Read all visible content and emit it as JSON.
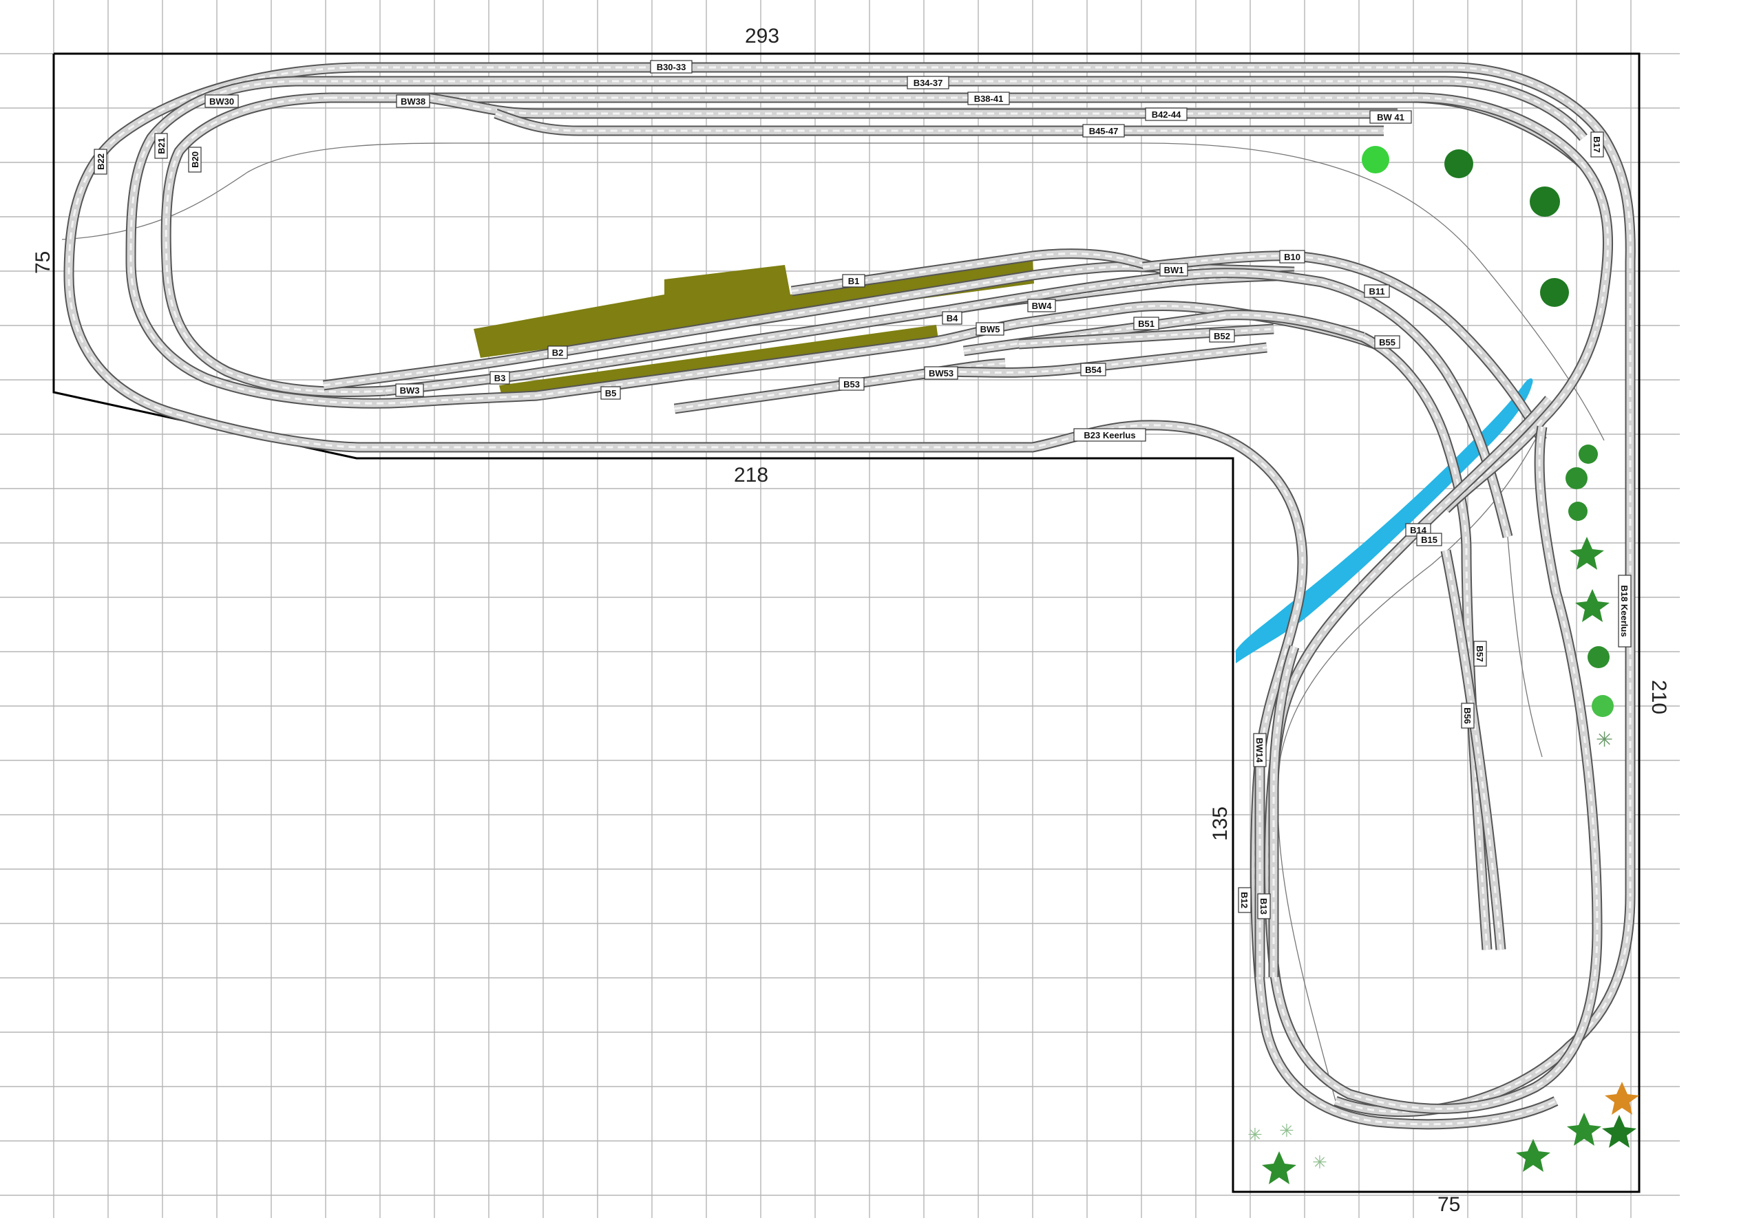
{
  "dimensions": {
    "top": "293",
    "left": "75",
    "inner_bottom": "218",
    "right": "210",
    "inner_vertical": "135",
    "bottom": "75"
  },
  "track_labels": {
    "b30_33": "B30-33",
    "b34_37": "B34-37",
    "b38_41": "B38-41",
    "b42_44": "B42-44",
    "bw41": "BW 41",
    "b45_47": "B45-47",
    "bw30": "BW30",
    "bw38": "BW38",
    "b22": "B22",
    "b21": "B21",
    "b20": "B20",
    "b17": "B17",
    "b1": "B1",
    "bw1": "BW1",
    "b10": "B10",
    "b11": "B11",
    "bw4": "BW4",
    "b4": "B4",
    "bw5": "BW5",
    "b51": "B51",
    "b52": "B52",
    "b55": "B55",
    "b2": "B2",
    "b3": "B3",
    "bw3": "BW3",
    "b5": "B5",
    "b53": "B53",
    "bw53": "BW53",
    "b54": "B54",
    "b23": "B23 Keerlus",
    "b14": "B14",
    "b15": "B15",
    "b18": "B18 Keerlus",
    "b57": "B57",
    "b56": "B56",
    "bw14": "BW14",
    "b12": "B12",
    "b13": "B13"
  },
  "colors": {
    "grid": "#b5b5b5",
    "outline": "#000000",
    "platform": "#7f7f12",
    "water": "#27b6e5",
    "tree_light": "#39d23c",
    "tree_dark": "#1f7a22",
    "tree_orange": "#d98a20"
  }
}
